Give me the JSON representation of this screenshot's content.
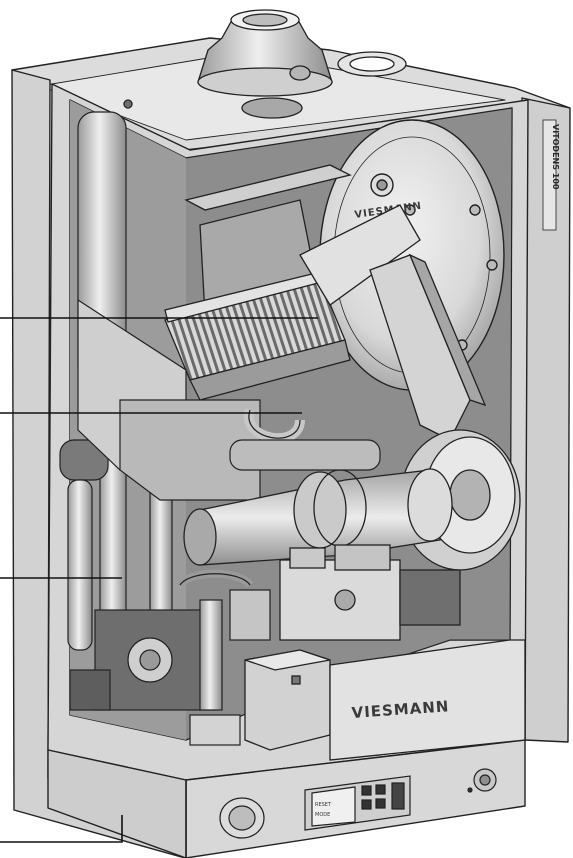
{
  "brand": {
    "front": "VIESMANN",
    "burner": "VIESMANN",
    "side": "VITODENS 100"
  },
  "panel_labels": {
    "p1": "RESET",
    "p2": "MODE"
  },
  "colors": {
    "background": "#ffffff",
    "casing_fill": "#d4d4d4",
    "casing_edge": "#bfbfbf",
    "cavity": "#8a8a8a",
    "part_light": "#e4e4e4",
    "part_mid": "#c2c2c2",
    "part_dark": "#7d7d7d",
    "line": "#222222"
  },
  "callouts": [
    {
      "name": "callout-heat-exchanger"
    },
    {
      "name": "callout-burner"
    },
    {
      "name": "callout-pump-valves"
    },
    {
      "name": "callout-control-unit"
    }
  ]
}
